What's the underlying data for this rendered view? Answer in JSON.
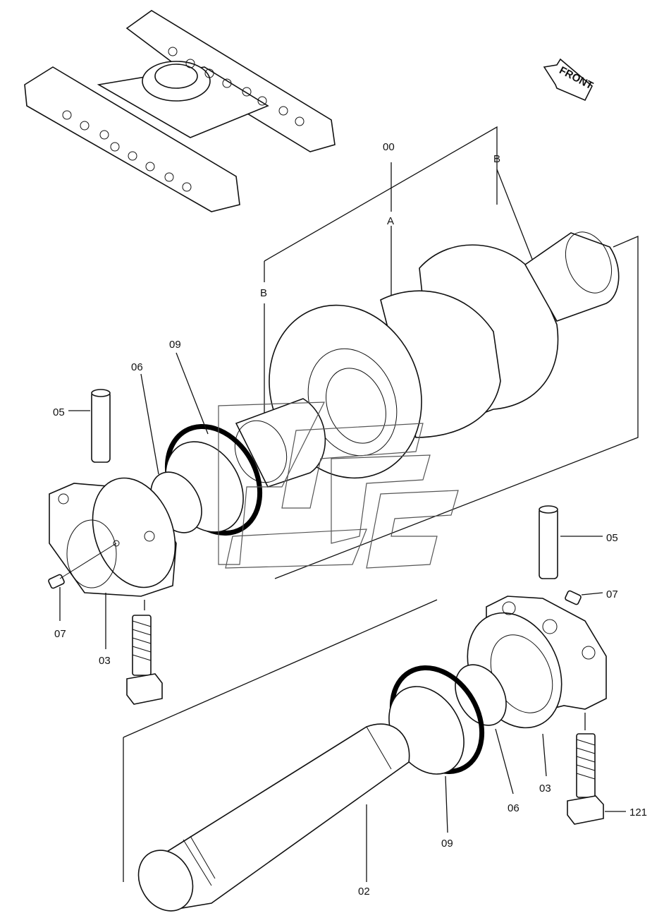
{
  "labels": {
    "assembly": "00",
    "section_a": "A",
    "section_b_right": "B",
    "section_b_left": "B",
    "seal_upper": "09",
    "ring_upper": "06",
    "pin_upper": "05",
    "plug_left": "07",
    "bracket_left": "03",
    "pin_lower": "05",
    "plug_right": "07",
    "bracket_right": "03",
    "ring_lower": "06",
    "seal_lower": "09",
    "bolt": "121",
    "shaft": "02"
  },
  "front_badge": "FRONT"
}
